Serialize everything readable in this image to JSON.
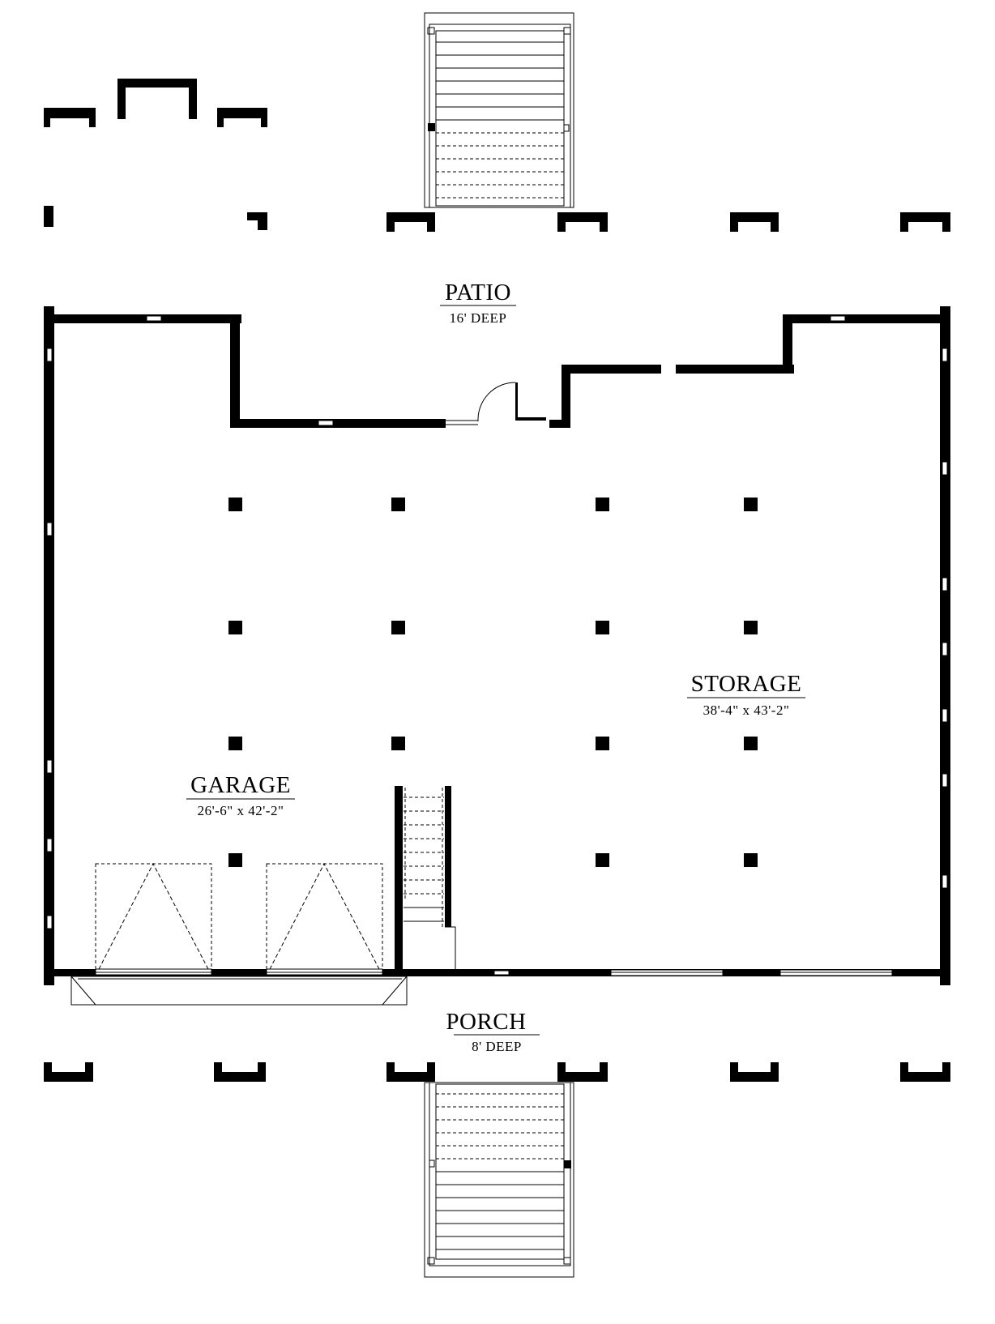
{
  "rooms": {
    "patio": {
      "name": "PATIO",
      "dim": "16' DEEP"
    },
    "storage": {
      "name": "STORAGE",
      "dim": "38'-4\" x 43'-2\""
    },
    "garage": {
      "name": "GARAGE",
      "dim": "26'-6\" x 42'-2\""
    },
    "porch": {
      "name": "PORCH",
      "dim": "8' DEEP"
    }
  },
  "colors": {
    "ink": "#000000",
    "paper": "#ffffff"
  }
}
